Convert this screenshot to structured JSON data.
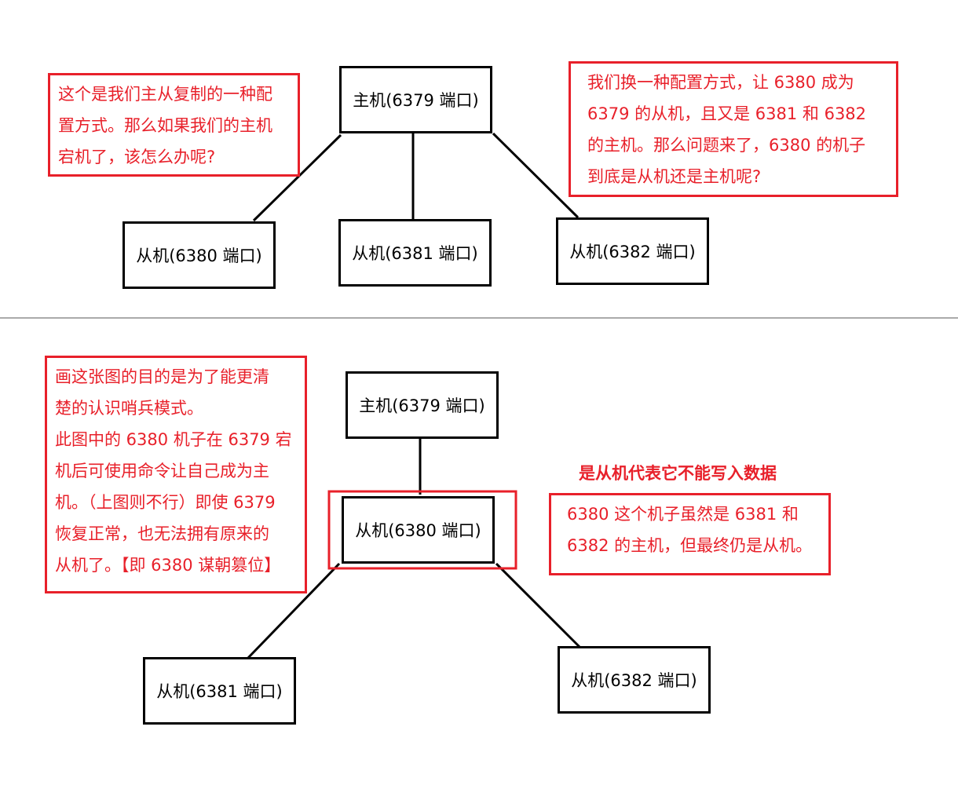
{
  "top": {
    "master": "主机(6379 端口)",
    "slaves": [
      "从机(6380 端口)",
      "从机(6381 端口)",
      "从机(6382 端口)"
    ],
    "left_note": [
      "这个是我们主从复制的一种配",
      "置方式。那么如果我们的主机",
      "宕机了，该怎么办呢?"
    ],
    "right_note": [
      "我们换一种配置方式，让 6380 成为",
      "6379 的从机，且又是 6381 和 6382",
      "的主机。那么问题来了，6380 的机子",
      "到底是从机还是主机呢?"
    ]
  },
  "bottom": {
    "master": "主机(6379 端口)",
    "middle": "从机(6380 端口)",
    "slaves": [
      "从机(6381 端口)",
      "从机(6382 端口)"
    ],
    "left_note": [
      "画这张图的目的是为了能更清",
      "楚的认识哨兵模式。",
      "此图中的 6380 机子在 6379 宕",
      "机后可使用命令让自己成为主",
      "机。（上图则不行）即使 6379",
      "恢复正常，也无法拥有原来的",
      "从机了。【即 6380 谋朝篡位】"
    ],
    "bold_label": "是从机代表它不能写入数据",
    "right_note": [
      "6380 这个机子虽然是 6381 和",
      "6382 的主机，但最终仍是从机。"
    ]
  },
  "colors": {
    "accent": "#e8202a",
    "line": "#000000",
    "divider": "#555555"
  }
}
